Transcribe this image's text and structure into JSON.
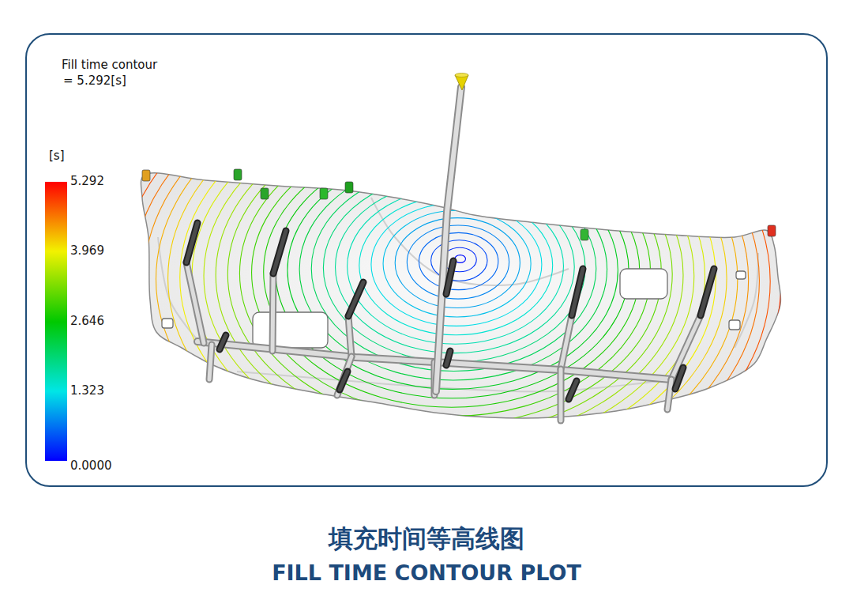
{
  "diagram": {
    "caption": "填充时间等高线图",
    "labels": [
      "Fill time contour",
      "= 5.292[s]",
      "[s]",
      "FILL TIME CONTOUR PLOT"
    ],
    "legend": [
      {
        "text": "5.292",
        "color": "#ff0000"
      },
      {
        "text": "3.969",
        "color": "#f2f200"
      },
      {
        "text": "2.646",
        "color": "#00c800"
      },
      {
        "text": "1.323",
        "color": "#00e6e6"
      },
      {
        "text": "0.0000",
        "color": "#0000ff"
      }
    ]
  }
}
